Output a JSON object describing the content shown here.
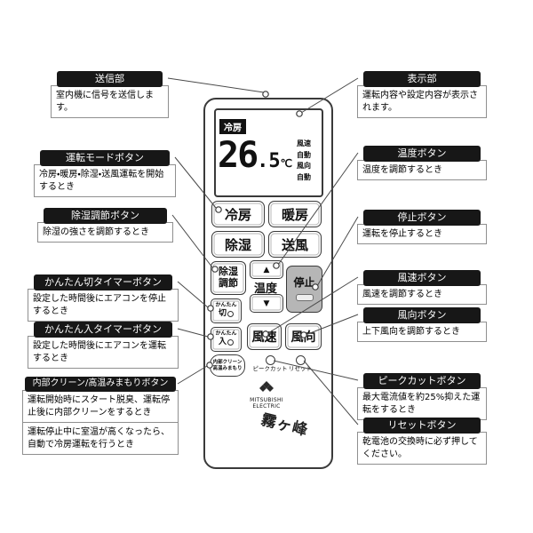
{
  "callouts_left": [
    {
      "title": "送信部",
      "body": "室内機に信号を送信します。"
    },
    {
      "title": "運転モードボタン",
      "body": "冷房・暖房・除湿・送風運転を開始するとき"
    },
    {
      "title": "除湿調節ボタン",
      "body": "除湿の強さを調節するとき"
    },
    {
      "title": "かんたん切タイマーボタン",
      "body": "設定した時間後にエアコンを停止するとき"
    },
    {
      "title": "かんたん入タイマーボタン",
      "body": "設定した時間後にエアコンを運転するとき"
    },
    {
      "title": "内部クリーン/高温みまもりボタン",
      "body1": "運転開始時にスタート脱臭、運転停止後に内部クリーンをするとき",
      "body2": "運転停止中に室温が高くなったら、自動で冷房運転を行うとき"
    }
  ],
  "callouts_right": [
    {
      "title": "表示部",
      "body": "運転内容や設定内容が表示されます。"
    },
    {
      "title": "温度ボタン",
      "body": "温度を調節するとき"
    },
    {
      "title": "停止ボタン",
      "body": "運転を停止するとき"
    },
    {
      "title": "風速ボタン",
      "body": "風速を調節するとき"
    },
    {
      "title": "風向ボタン",
      "body": "上下風向を調節するとき"
    },
    {
      "title": "ピークカットボタン",
      "body": "最大電流値を約25%抑えた運転をするとき"
    },
    {
      "title": "リセットボタン",
      "body": "乾電池の交換時に必ず押してください。"
    }
  ],
  "remote": {
    "lcd": {
      "mode": "冷房",
      "temp_main": "26",
      "temp_frac": ".5",
      "temp_unit": "℃",
      "status": [
        "風速",
        "自動",
        "風向",
        "自動"
      ]
    },
    "buttons": {
      "cool": "冷房",
      "heat": "暖房",
      "dry": "除湿",
      "fan": "送風",
      "dry_adjust_l1": "除湿",
      "dry_adjust_l2": "調節",
      "temp_label": "温度",
      "temp_up": "▲",
      "temp_down": "▼",
      "stop": "停止",
      "easy_l1": "かんたん",
      "easy_off": "切",
      "easy_on": "入",
      "fan_speed": "風速",
      "fan_dir": "風向",
      "clean_l1": "内部クリーン",
      "clean_l2": "高温みまもり",
      "peak_cut": "ピークカット",
      "reset": "リセット"
    },
    "brand": {
      "logo_l1": "MITSUBISHI",
      "logo_l2": "ELECTRIC",
      "product": "霧ヶ峰"
    }
  }
}
